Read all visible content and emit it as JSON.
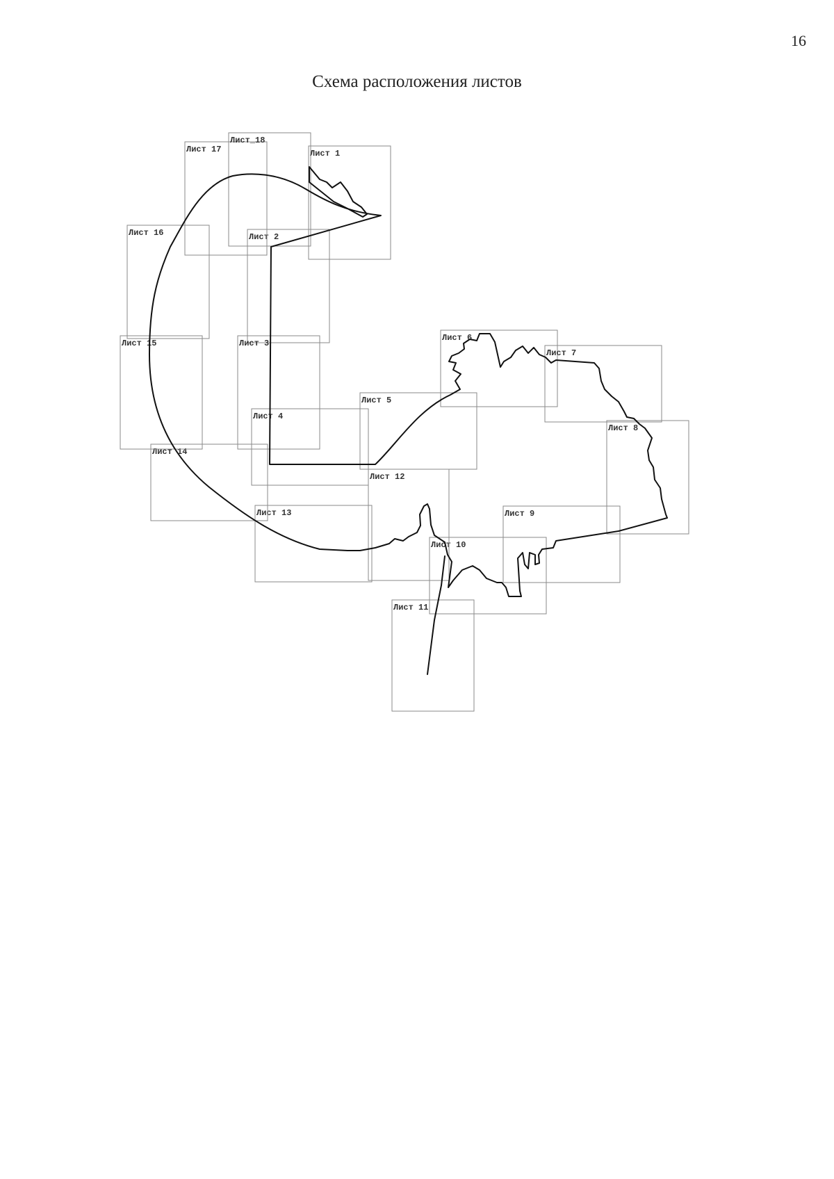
{
  "page_number": "16",
  "title": "Схема расположения листов",
  "sheets": [
    {
      "id": 1,
      "label": "Лист 1"
    },
    {
      "id": 2,
      "label": "Лист 2"
    },
    {
      "id": 3,
      "label": "Лист 3"
    },
    {
      "id": 4,
      "label": "Лист 4"
    },
    {
      "id": 5,
      "label": "Лист 5"
    },
    {
      "id": 6,
      "label": "Лист 6"
    },
    {
      "id": 7,
      "label": "Лист 7"
    },
    {
      "id": 8,
      "label": "Лист 8"
    },
    {
      "id": 9,
      "label": "Лист 9"
    },
    {
      "id": 10,
      "label": "Лист 10"
    },
    {
      "id": 11,
      "label": "Лист 11"
    },
    {
      "id": 12,
      "label": "Лист 12"
    },
    {
      "id": 13,
      "label": "Лист 13"
    },
    {
      "id": 14,
      "label": "Лист 14"
    },
    {
      "id": 15,
      "label": "Лист 15"
    },
    {
      "id": 16,
      "label": "Лист 16"
    },
    {
      "id": 17,
      "label": "Лист 17"
    },
    {
      "id": 18,
      "label": "Лист_18"
    }
  ]
}
